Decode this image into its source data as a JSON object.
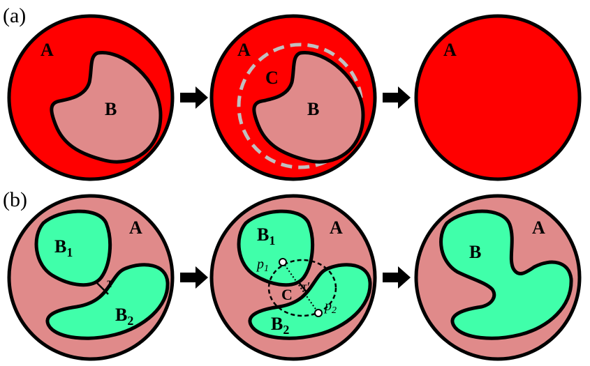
{
  "panel_a": {
    "tag": "(a)",
    "step1": {
      "label_outer": "A",
      "label_inner": "B"
    },
    "step2": {
      "label_outer": "A",
      "label_ring": "C",
      "label_inner": "B"
    },
    "step3": {
      "label_outer": "A"
    }
  },
  "panel_b": {
    "tag": "(b)",
    "step1": {
      "label_outer": "A",
      "b1": "B",
      "b1_sub": "1",
      "b2": "B",
      "b2_sub": "2",
      "tau": "τ"
    },
    "step2": {
      "label_outer": "A",
      "b1": "B",
      "b1_sub": "1",
      "b2": "B",
      "b2_sub": "2",
      "c": "C",
      "tau": "τ′",
      "p1": "p",
      "p1_sub": "1",
      "p2": "p",
      "p2_sub": "2"
    },
    "step3": {
      "label_outer": "A",
      "b": "B"
    }
  },
  "colors": {
    "red": "#ff0000",
    "pink": "#e08a8a",
    "green": "#40ffaa",
    "dash_gray": "#c0c0c0",
    "outline": "#000000"
  },
  "icons": [
    "arrow-right-icon"
  ]
}
